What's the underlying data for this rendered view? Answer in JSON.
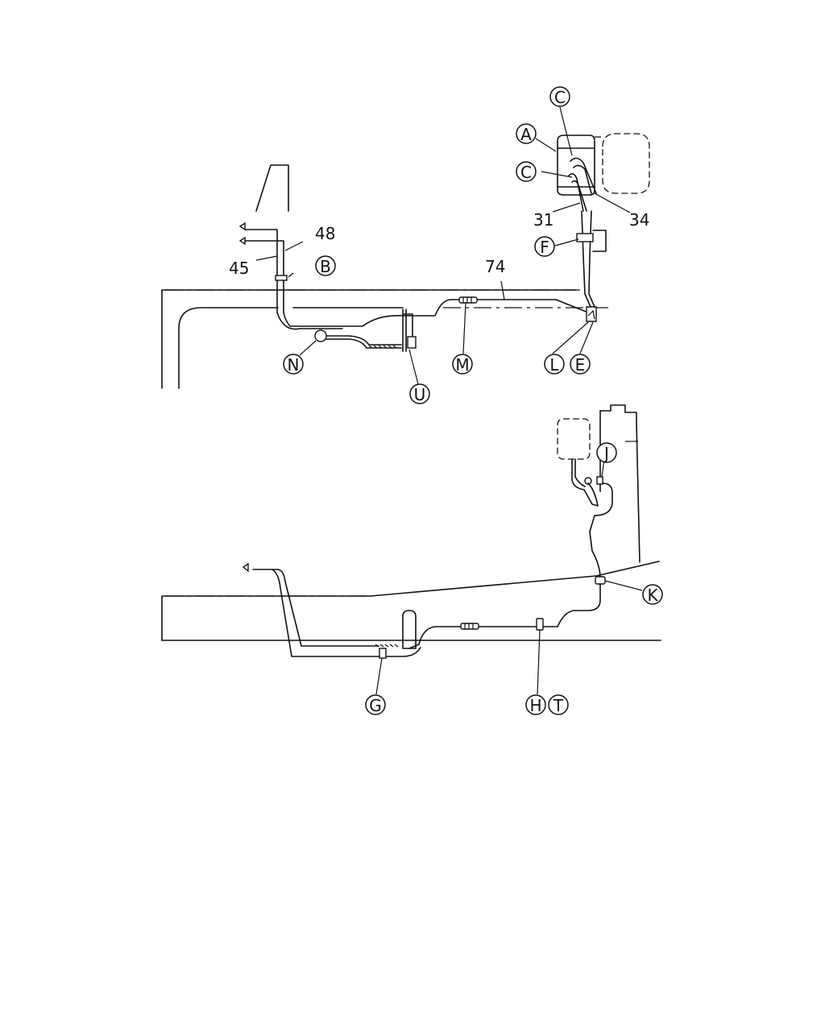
{
  "callouts": [
    {
      "id": "A",
      "label": "A"
    },
    {
      "id": "B",
      "label": "B"
    },
    {
      "id": "C1",
      "label": "C"
    },
    {
      "id": "C2",
      "label": "C"
    },
    {
      "id": "E",
      "label": "E"
    },
    {
      "id": "F",
      "label": "F"
    },
    {
      "id": "G",
      "label": "G"
    },
    {
      "id": "H",
      "label": "H"
    },
    {
      "id": "J",
      "label": "J"
    },
    {
      "id": "K",
      "label": "K"
    },
    {
      "id": "L",
      "label": "L"
    },
    {
      "id": "M",
      "label": "M"
    },
    {
      "id": "N",
      "label": "N"
    },
    {
      "id": "T",
      "label": "T"
    },
    {
      "id": "U",
      "label": "U"
    }
  ],
  "part_numbers": {
    "p31": "31",
    "p34": "34",
    "p45": "45",
    "p48": "48",
    "p74": "74"
  }
}
